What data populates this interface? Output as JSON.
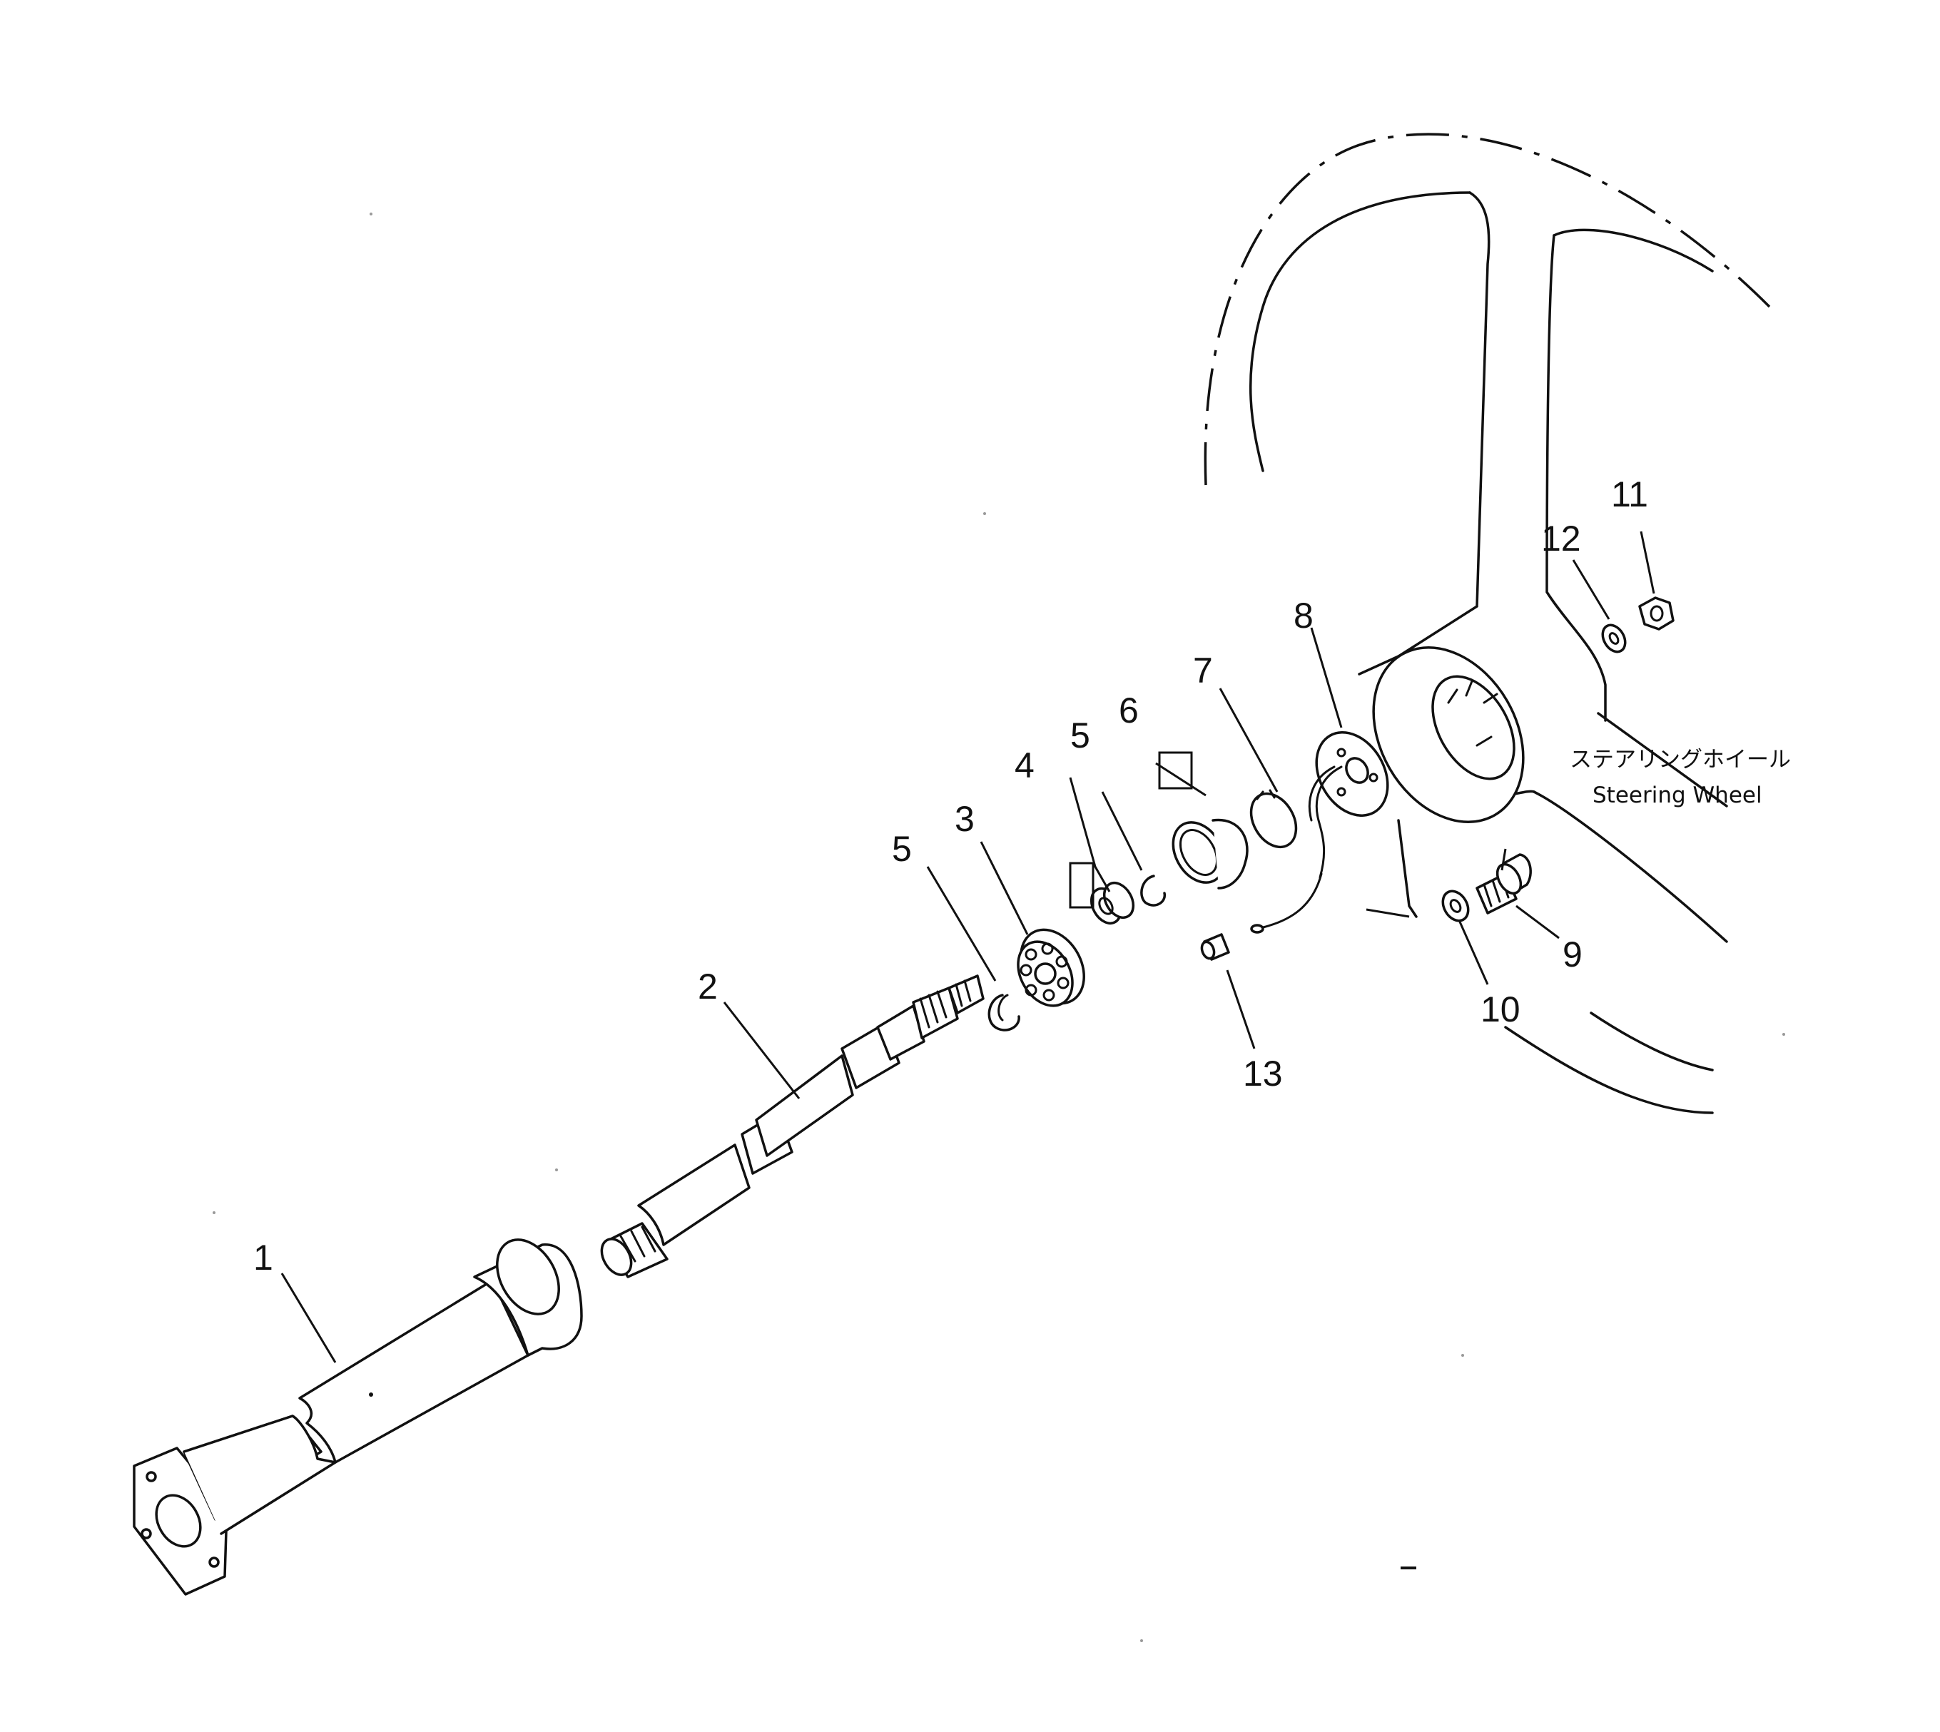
{
  "diagram": {
    "callouts": {
      "p1": "1",
      "p2": "2",
      "p3": "3",
      "p4": "4",
      "p5a": "5",
      "p5b": "5",
      "p6": "6",
      "p7": "7",
      "p8": "8",
      "p9": "9",
      "p10": "10",
      "p11": "11",
      "p12": "12",
      "p13": "13"
    },
    "wheel_label": {
      "japanese": "ステアリングホイール",
      "english": "Steering Wheel"
    }
  }
}
